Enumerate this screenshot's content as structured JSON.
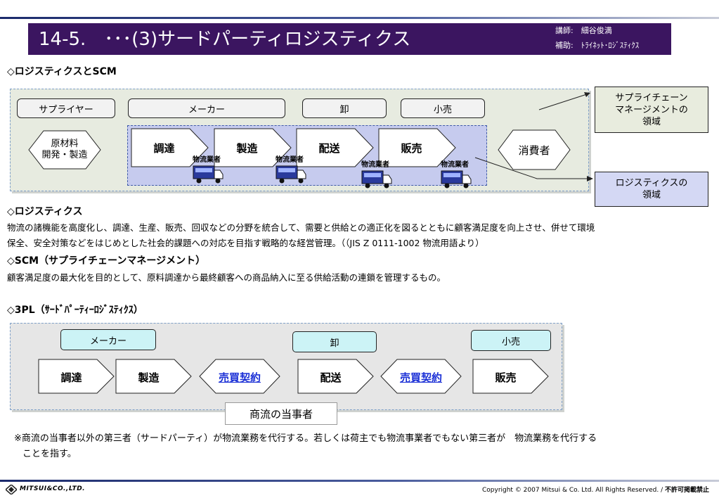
{
  "header": {
    "title": "14-5.　･･･(3)サードパーティロジスティクス",
    "lecturer": "講師:　細谷俊満",
    "assistant": "補助:　ﾄﾗｲﾈｯﾄ･ﾛｼﾞｽﾃｨｸｽ"
  },
  "section1": {
    "heading": "◇ロジスティクスとSCM",
    "top_row": [
      "サプライヤー",
      "メーカー",
      "卸",
      "小売"
    ],
    "raw": [
      "原材料",
      "開発・製造"
    ],
    "steps": [
      "調達",
      "製造",
      "配送",
      "販売"
    ],
    "truck_label": "物流業者",
    "consumer": "消費者",
    "scm_domain": [
      "サプライチェーン",
      "マネージメントの",
      "領域"
    ],
    "logistics_domain": [
      "ロジスティクスの",
      "領域"
    ]
  },
  "section2": {
    "heading": "◇ロジスティクス",
    "line1": "物流の諸機能を高度化し、調達、生産、販売、回収などの分野を統合して、需要と供給との適正化を図るとともに顧客満足度を向上させ、併せて環境",
    "line2": "保全、安全対策などをはじめとした社会的課題への対応を目指す戦略的な経営管理。（（JIS Z 0111-1002 物流用語より）"
  },
  "section3": {
    "heading": "◇SCM（サプライチェーンマネージメント）",
    "line1": "顧客満足度の最大化を目的として、原料調達から最終顧客への商品納入に至る供給活動の連鎖を管理するもの。"
  },
  "section4": {
    "heading": "◇3PL（ｻｰﾄﾞﾊﾟｰﾃｨｰﾛｼﾞｽﾃｨｸｽ）",
    "top_row": [
      "メーカー",
      "卸",
      "小売"
    ],
    "steps": [
      "調達",
      "製造",
      "配送",
      "販売"
    ],
    "contract": "売買契約",
    "party": "商流の当事者"
  },
  "note": {
    "line1": "※商流の当事者以外の第三者（サードパーティ）が物流業務を代行する。若しくは荷主でも物流事業者でもない第三者が　物流業務を代行する",
    "line2": "ことを指す。"
  },
  "footer": {
    "logo": "MITSUI&CO.,LTD.",
    "copyright": "Copyright © 2007 Mitsui & Co. Ltd. All Rights Reserved. / ",
    "notice": "不許可掲載禁止"
  },
  "colors": {
    "title_bg": "#3b1560",
    "panel_bg": "#e7ebe0",
    "inner_bg": "#c6cbee",
    "contract_text": "#1a2fd6",
    "cyan_box": "#ccf3f6"
  }
}
